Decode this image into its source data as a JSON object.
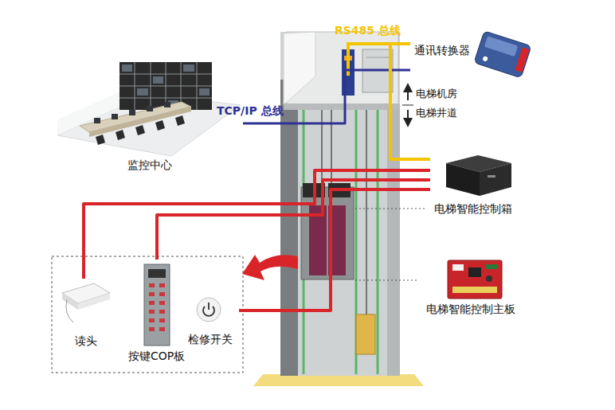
{
  "diagram": {
    "nodes": [
      {
        "text": [
          "监控中心"
        ]
      },
      {
        "text": [
          "通讯转换器"
        ]
      },
      {
        "text": [
          "电梯智能控制箱"
        ]
      },
      {
        "text": [
          "电梯智能控制主板"
        ]
      },
      {
        "text": [
          "读头"
        ]
      },
      {
        "text": [
          "按键COP板"
        ]
      },
      {
        "text": [
          "检修开关"
        ]
      }
    ],
    "edges": [
      {
        "from": 0,
        "to": 1,
        "label": "TCP/IP 总线",
        "arrow": "none"
      },
      {
        "from": 1,
        "to": 2,
        "label": "RS485 总线",
        "arrow": "none"
      },
      {
        "from": 2,
        "to": 4,
        "arrow": "none"
      },
      {
        "from": 2,
        "to": 5,
        "arrow": "none"
      },
      {
        "from": 2,
        "to": 6,
        "arrow": "none"
      }
    ],
    "labels": [
      "电梯机房",
      "电梯井道"
    ]
  }
}
